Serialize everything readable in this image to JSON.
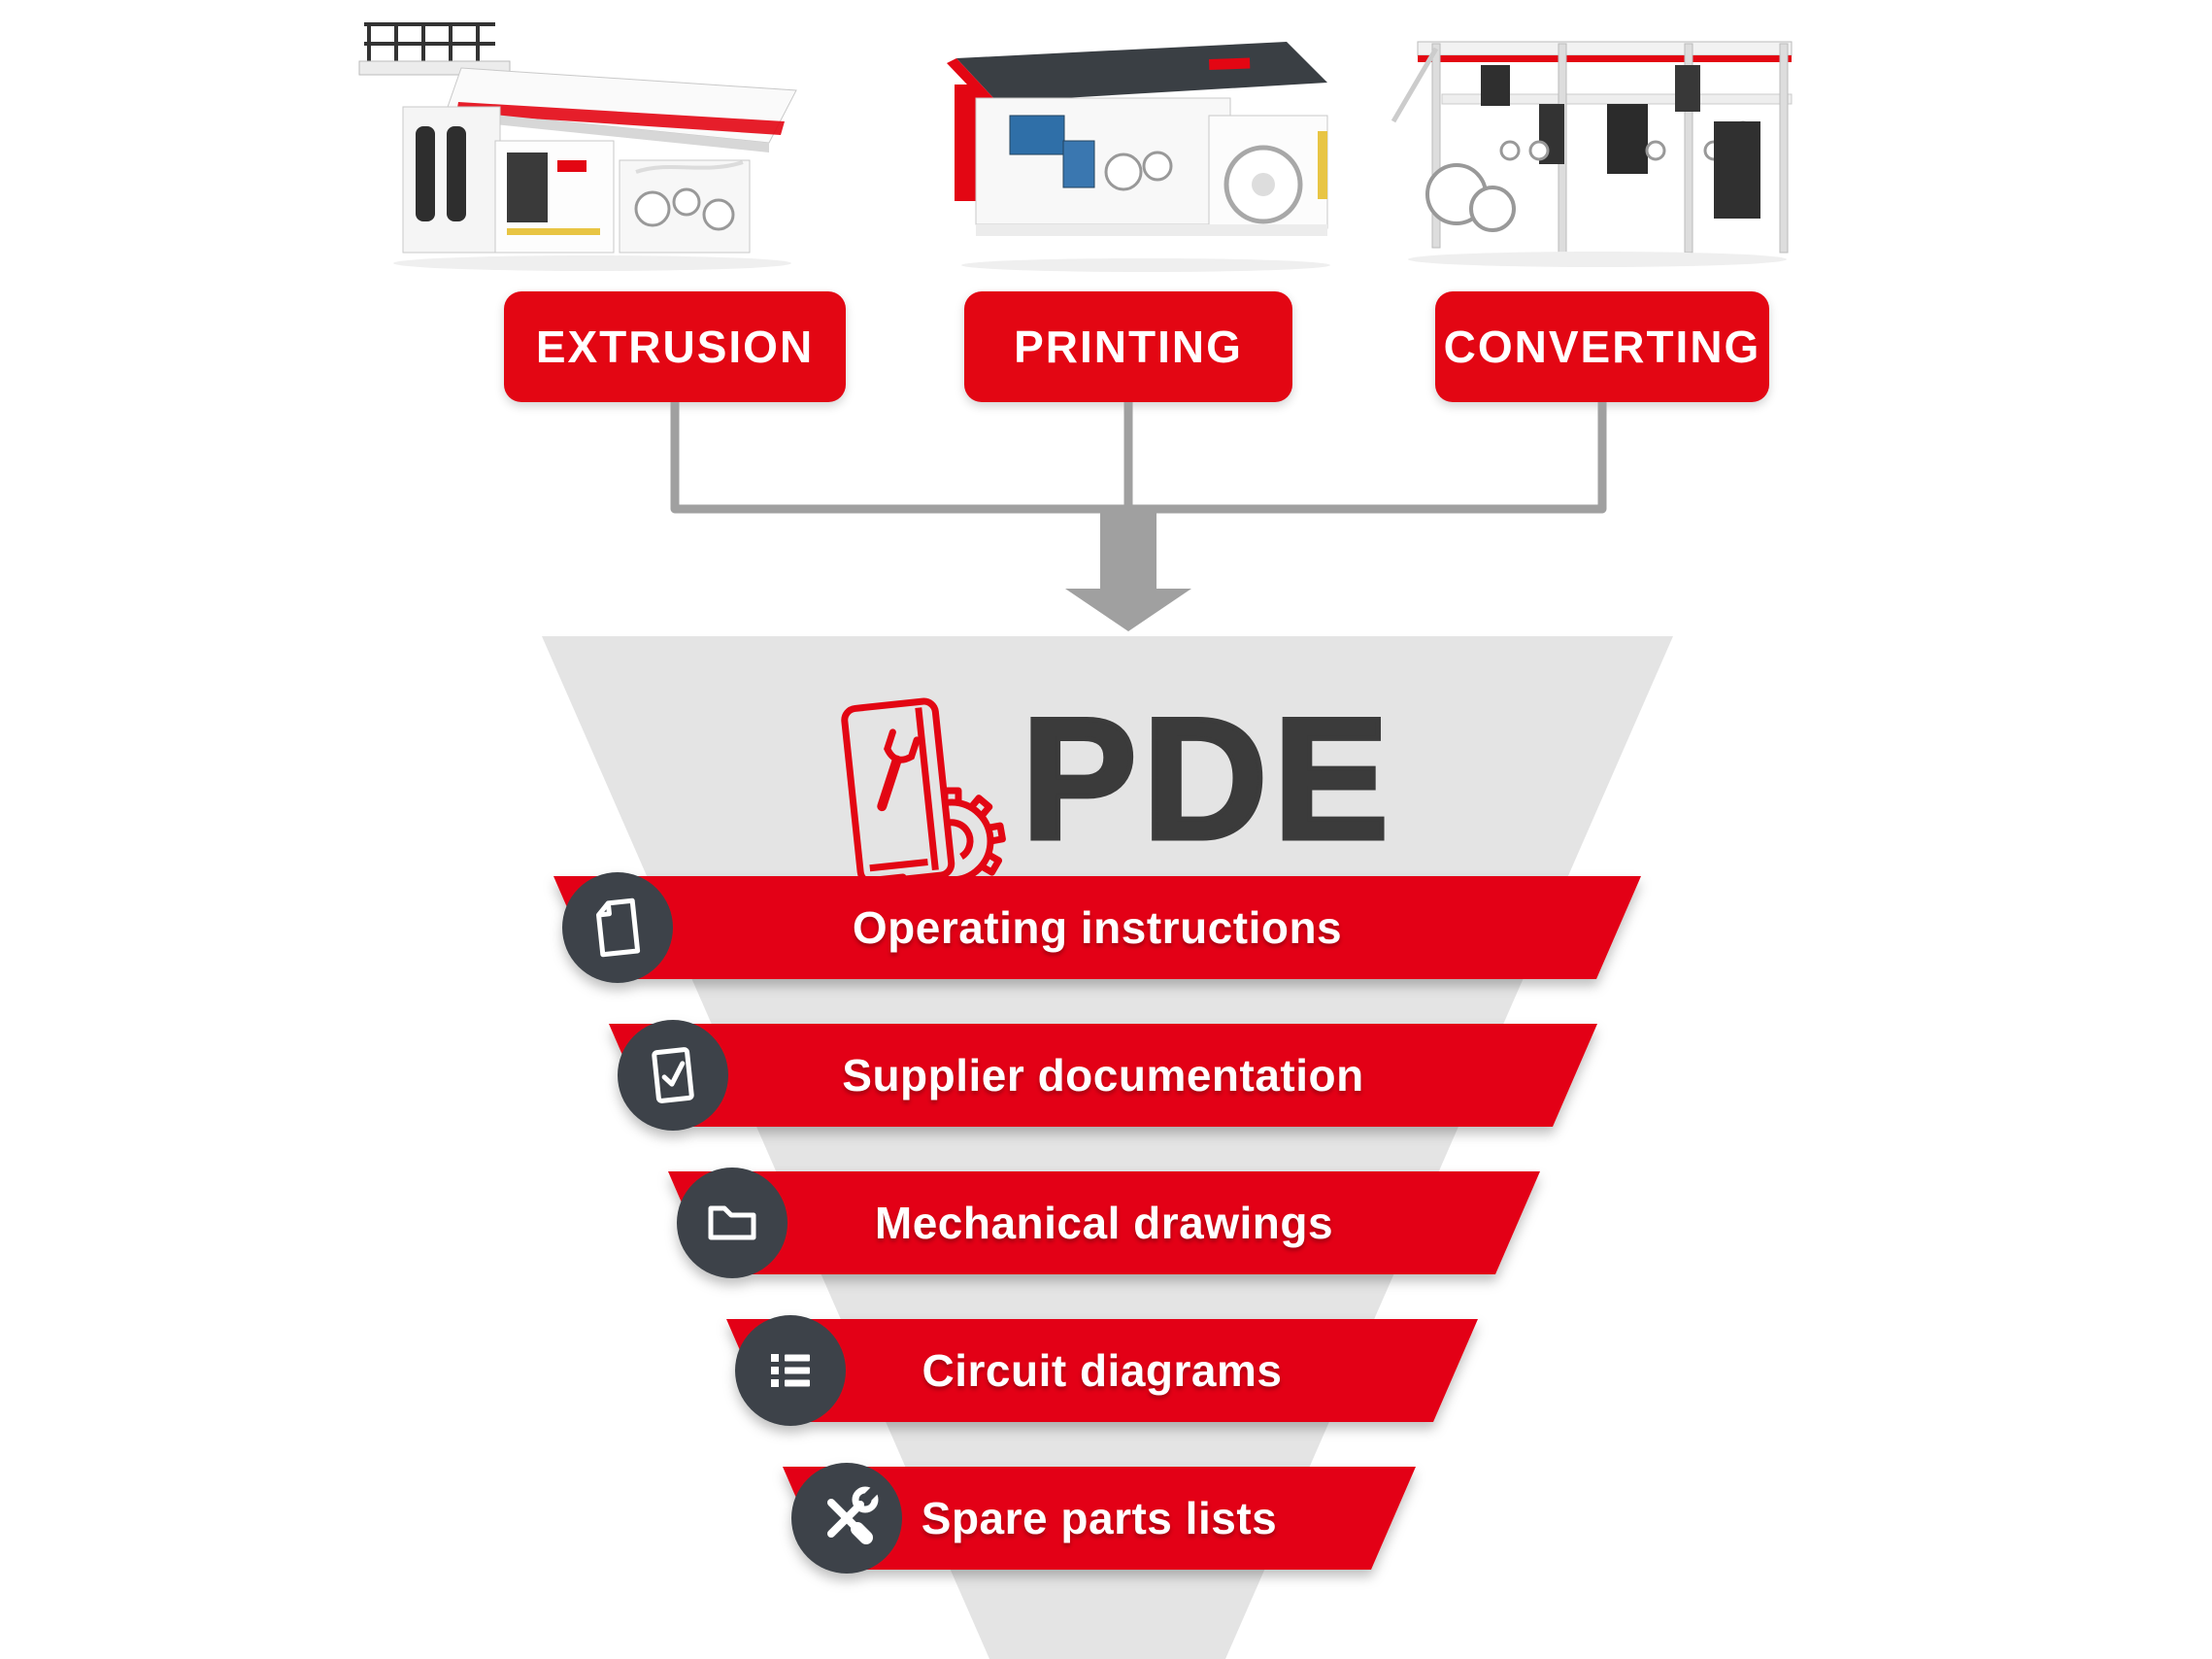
{
  "colors": {
    "red": "#e30613",
    "dark": "#3c4348",
    "funnel": "#e4e4e4",
    "conn": "#a0a0a0",
    "pde": "#3b3b3b",
    "white": "#ffffff"
  },
  "process_buttons": [
    {
      "label": "EXTRUSION",
      "image": "extrusion-machine-image"
    },
    {
      "label": "PRINTING",
      "image": "printing-machine-image"
    },
    {
      "label": "CONVERTING",
      "image": "converting-machine-image"
    }
  ],
  "funnel": {
    "title": "PDE",
    "logo_icon": "manual-wrench-gear-icon",
    "levels": [
      {
        "label": "Operating instructions",
        "icon": "document-icon"
      },
      {
        "label": "Supplier documentation",
        "icon": "document-check-icon"
      },
      {
        "label": "Mechanical drawings",
        "icon": "folder-icon"
      },
      {
        "label": "Circuit diagrams",
        "icon": "list-icon"
      },
      {
        "label": "Spare parts lists",
        "icon": "tools-icon"
      }
    ]
  }
}
